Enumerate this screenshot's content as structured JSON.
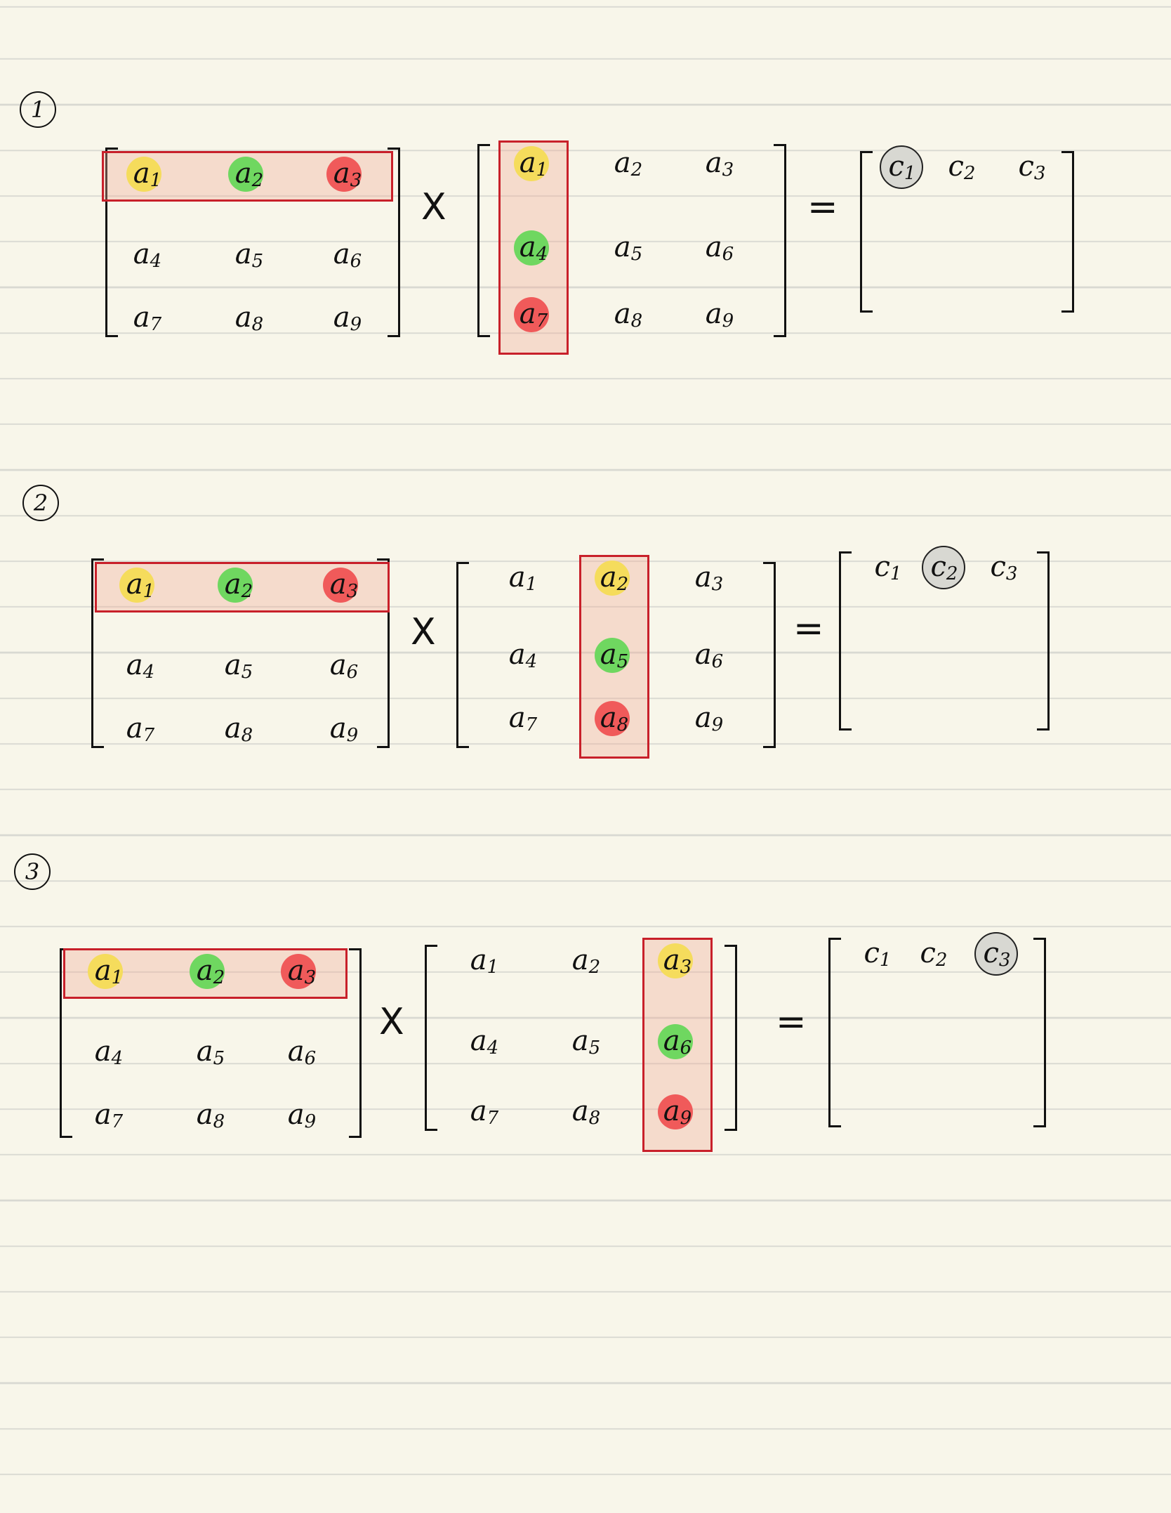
{
  "steps": [
    {
      "label": "1",
      "matrix_a": [
        "a1",
        "a2",
        "a3",
        "a4",
        "a5",
        "a6",
        "a7",
        "a8",
        "a9"
      ],
      "matrix_b": [
        "a1",
        "a2",
        "a3",
        "a4",
        "a5",
        "a6",
        "a7",
        "a8",
        "a9"
      ],
      "result": [
        "c1",
        "c2",
        "c3"
      ],
      "highlight_row": 0,
      "highlight_col": 0,
      "active_result": 0
    },
    {
      "label": "2",
      "matrix_a": [
        "a1",
        "a2",
        "a3",
        "a4",
        "a5",
        "a6",
        "a7",
        "a8",
        "a9"
      ],
      "matrix_b": [
        "a1",
        "a2",
        "a3",
        "a4",
        "a5",
        "a6",
        "a7",
        "a8",
        "a9"
      ],
      "result": [
        "c1",
        "c2",
        "c3"
      ],
      "highlight_row": 0,
      "highlight_col": 1,
      "active_result": 1
    },
    {
      "label": "3",
      "matrix_a": [
        "a1",
        "a2",
        "a3",
        "a4",
        "a5",
        "a6",
        "a7",
        "a8",
        "a9"
      ],
      "matrix_b": [
        "a1",
        "a2",
        "a3",
        "a4",
        "a5",
        "a6",
        "a7",
        "a8",
        "a9"
      ],
      "result": [
        "c1",
        "c2",
        "c3"
      ],
      "highlight_row": 0,
      "highlight_col": 2,
      "active_result": 2
    }
  ],
  "operators": {
    "times": "X",
    "equals": "="
  },
  "colors": {
    "background": "#f8f6ea",
    "highlight_border": "#c8202a",
    "highlight_fill": "#f0aa96",
    "dot_first": "#f5dc5c",
    "dot_second": "#6fd760",
    "dot_third": "#f05a5a",
    "active_result": "#d8d8d2"
  }
}
